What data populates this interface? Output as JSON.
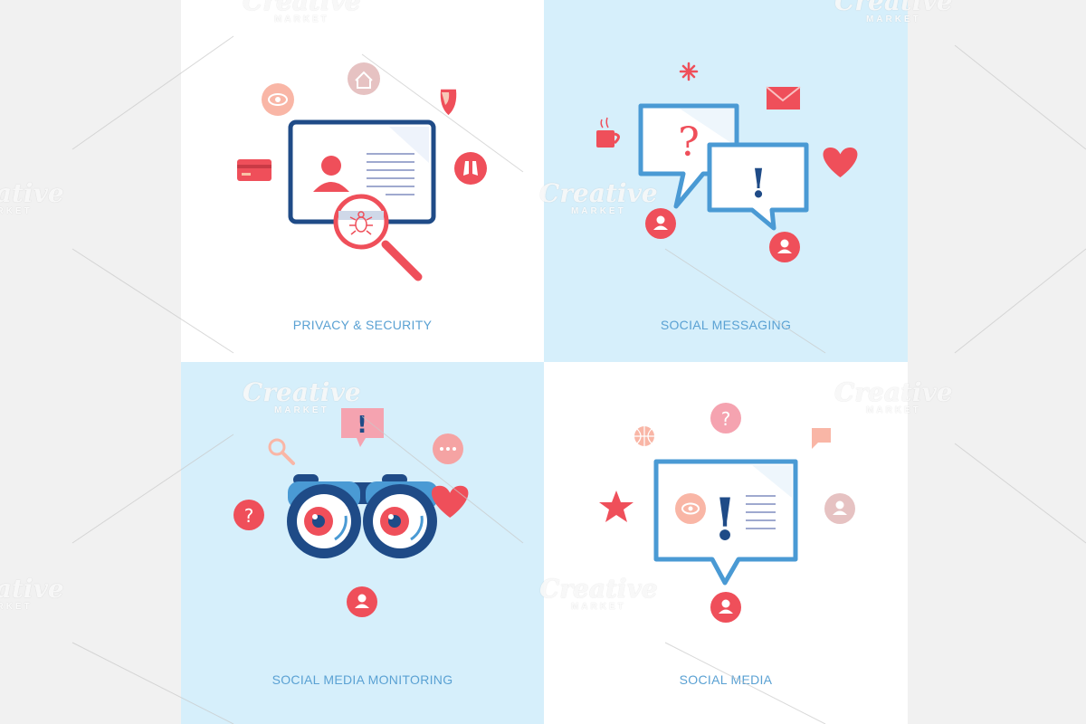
{
  "panels": [
    {
      "caption": "PRIVACY & SECURITY"
    },
    {
      "caption": "SOCIAL MESSAGING"
    },
    {
      "caption": "SOCIAL MEDIA MONITORING"
    },
    {
      "caption": "SOCIAL MEDIA"
    }
  ],
  "watermark": {
    "brand": "Creative",
    "sub": "MARKET"
  },
  "colors": {
    "coral": "#ef4f5a",
    "pink": "#f5a3a3",
    "navy": "#1f4b87",
    "blue": "#4a9ad4",
    "light_blue_bg": "#d6effb"
  },
  "icons": {
    "privacy": [
      "eye-icon",
      "home-icon",
      "shield-icon",
      "credit-card-icon",
      "binoculars-icon",
      "monitor-icon",
      "user-icon",
      "bug-icon",
      "magnifier-icon"
    ],
    "messaging": [
      "asterisk-icon",
      "envelope-icon",
      "coffee-cup-icon",
      "question-bubble-icon",
      "exclamation-bubble-icon",
      "heart-icon",
      "user-icon"
    ],
    "monitoring": [
      "alert-bubble-icon",
      "magnifier-icon",
      "chat-dots-icon",
      "question-icon",
      "binoculars-icon",
      "heart-icon",
      "user-icon"
    ],
    "media": [
      "question-icon",
      "basketball-icon",
      "message-icon",
      "star-icon",
      "eye-icon",
      "alert-bubble-icon",
      "user-icon"
    ]
  },
  "glyphs": {
    "question": "?",
    "exclamation": "!"
  }
}
